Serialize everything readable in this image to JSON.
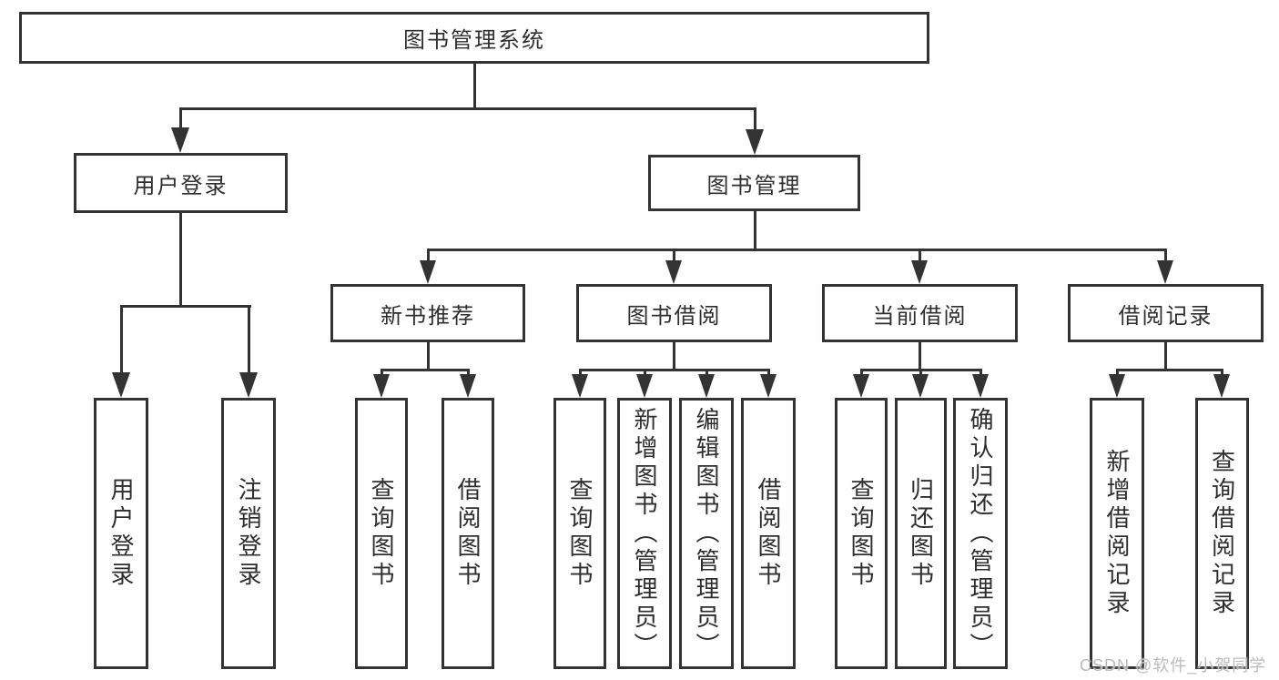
{
  "diagram": {
    "root": "图书管理系统",
    "level2": {
      "user_login": "用户登录",
      "book_mgmt": "图书管理"
    },
    "level3": [
      "新书推荐",
      "图书借阅",
      "当前借阅",
      "借阅记录"
    ],
    "leaves": {
      "user": [
        "用户登录",
        "注销登录"
      ],
      "recommend": [
        "查询图书",
        "借阅图书"
      ],
      "borrow": [
        "查询图书",
        "新增图书（管理员）",
        "编辑图书（管理员）",
        "借阅图书"
      ],
      "current": [
        "查询图书",
        "归还图书",
        "确认归还（管理员）"
      ],
      "records": [
        "新增借阅记录",
        "查询借阅记录"
      ]
    }
  },
  "watermark": "CSDN @软件_小贺同学",
  "colors": {
    "line": "#333333",
    "background": "#ffffff",
    "watermark": "#bcbcbc"
  }
}
